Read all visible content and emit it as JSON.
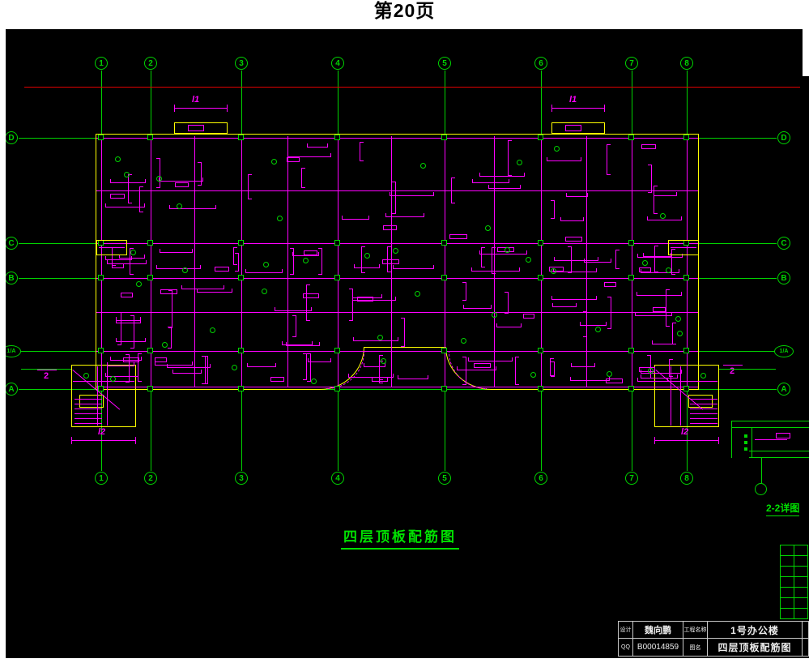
{
  "page": {
    "label": "第20页"
  },
  "grid": {
    "top_cols": [
      "1",
      "2",
      "3",
      "4",
      "5",
      "6",
      "7",
      "8"
    ],
    "bottom_cols": [
      "1",
      "2",
      "3",
      "4",
      "5",
      "6",
      "7",
      "8"
    ],
    "left_rows": [
      "D",
      "C",
      "B",
      "1/A",
      "A"
    ],
    "right_rows": [
      "D",
      "C",
      "B",
      "1/A",
      "A"
    ]
  },
  "labels": {
    "title": "四层顶板配筋图",
    "detail_title": "2-2详图",
    "dim_top_left": "l1",
    "dim_top_right": "l1",
    "dim_bottom_left": "l2",
    "dim_bottom_right": "l2",
    "section_left": "2",
    "section_right": "2"
  },
  "title_block": {
    "r1c1": "设计",
    "r1c2": "魏向鹏",
    "r1c3": "工程名称",
    "r1c4": "1号办公楼",
    "r2c1": "QQ",
    "r2c2": "B00014859",
    "r2c3": "图名",
    "r2c4": "四层顶板配筋图"
  },
  "colors": {
    "grid_green": "#00d400",
    "rebar_magenta": "#ff00ff",
    "axis_red": "#e00000",
    "outline_yellow": "#ffff00"
  }
}
